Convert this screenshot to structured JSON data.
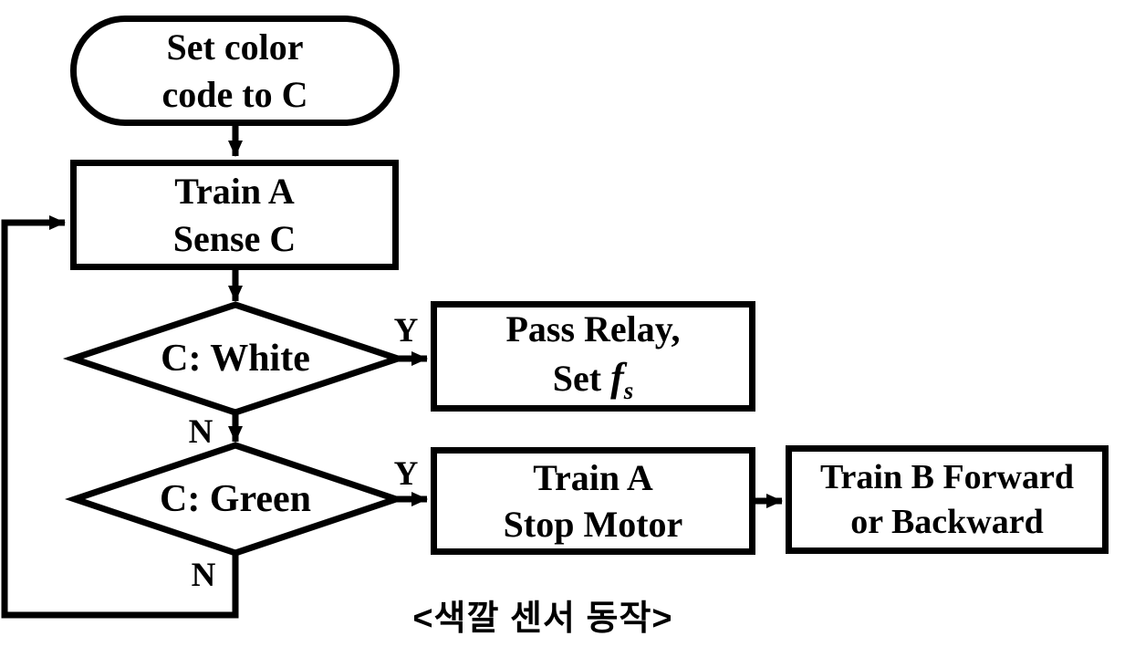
{
  "colors": {
    "ink": "#000000",
    "background": "#ffffff"
  },
  "flowchart": {
    "start": {
      "line1": "Set color",
      "line2": "code to C"
    },
    "sense": {
      "line1": "Train A",
      "line2": "Sense C"
    },
    "decision_white": {
      "label": "C: White"
    },
    "pass_relay": {
      "line1": "Pass Relay,",
      "line2_prefix": "Set ",
      "line2_var": "f",
      "line2_sub": "s"
    },
    "decision_green": {
      "label": "C: Green"
    },
    "stop_motor": {
      "line1": "Train A",
      "line2": "Stop Motor"
    },
    "train_b": {
      "line1": "Train B Forward",
      "line2": "or Backward"
    },
    "edge_labels": {
      "white_yes": "Y",
      "white_no": "N",
      "green_yes": "Y",
      "green_no": "N"
    },
    "caption": "<색깔 센서 동작>"
  }
}
